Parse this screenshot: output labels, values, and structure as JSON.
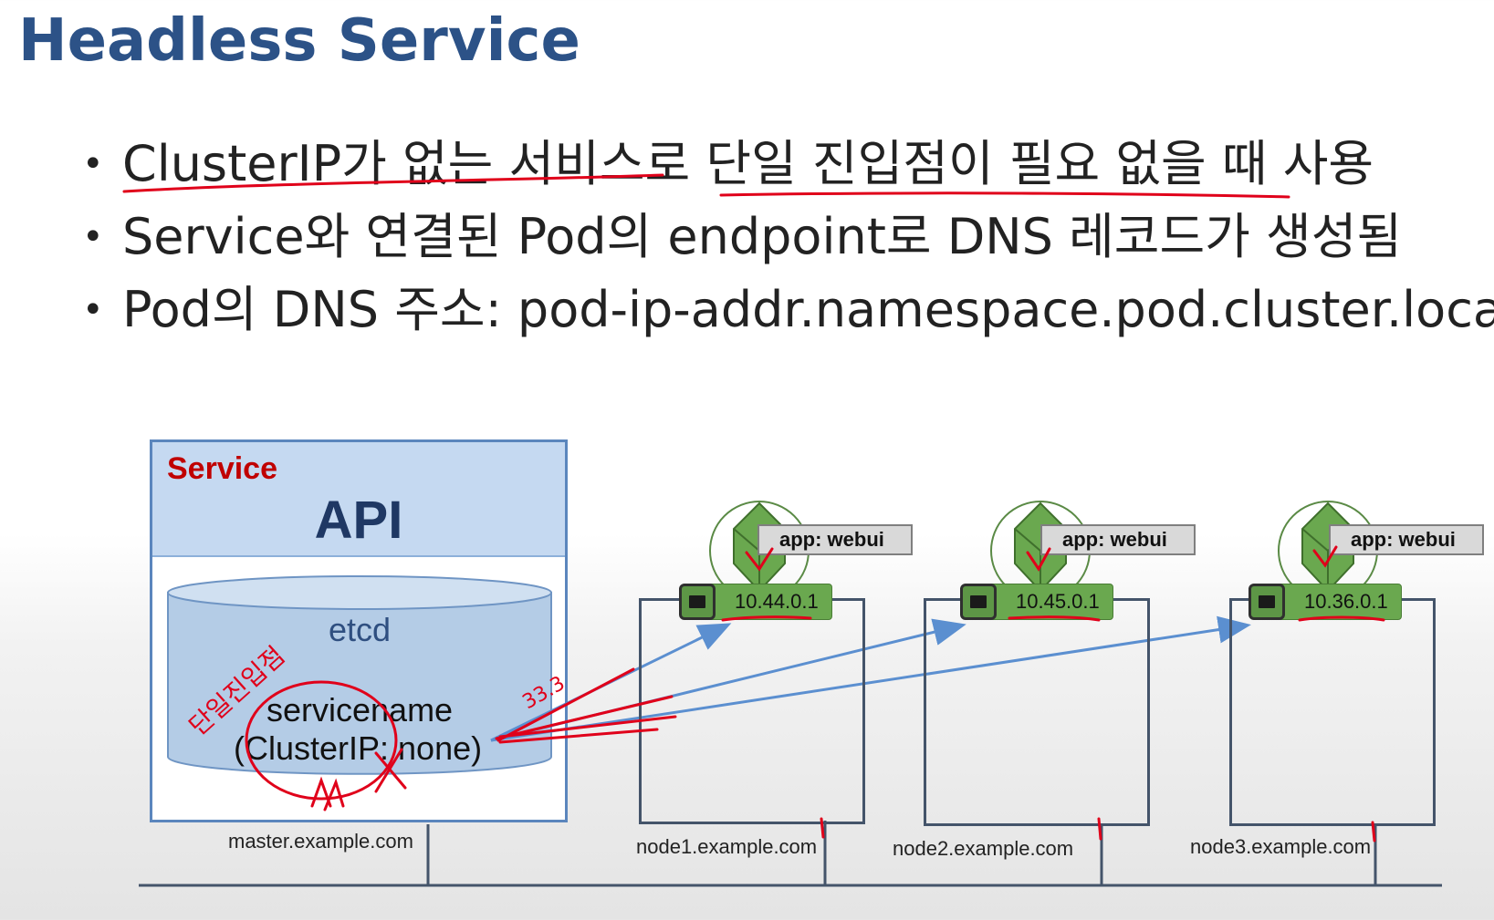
{
  "slide": {
    "title": "Headless Service",
    "bullets": [
      "ClusterIP가 없는 서비스로 단일 진입점이 필요 없을 때 사용",
      "Service와 연결된 Pod의 endpoint로 DNS 레코드가 생성됨",
      "Pod의 DNS 주소: pod-ip-addr.namespace.pod.cluster.local"
    ]
  },
  "diagram": {
    "service_label": "Service",
    "api_label": "API",
    "etcd_label": "etcd",
    "servicename_line1": "servicename",
    "servicename_line2": "(ClusterIP: none)",
    "master_host": "master.example.com",
    "nodes": [
      {
        "host": "node1.example.com",
        "pod_ip": "10.44.0.1",
        "pod_label": "app: webui"
      },
      {
        "host": "node2.example.com",
        "pod_ip": "10.45.0.1",
        "pod_label": "app: webui"
      },
      {
        "host": "node3.example.com",
        "pod_ip": "10.36.0.1",
        "pod_label": "app: webui"
      }
    ],
    "colors": {
      "title": "#2c5287",
      "service_label": "#c00000",
      "api_header": "#c5d9f1",
      "etcd": "#b4cce6",
      "pod_green": "#6aa84f",
      "arrow_blue": "#5b8fd0",
      "annotation_red": "#e0001a"
    }
  },
  "annotations": {
    "handwritten_label": "단일진입점",
    "handwritten_number": "33.3"
  }
}
